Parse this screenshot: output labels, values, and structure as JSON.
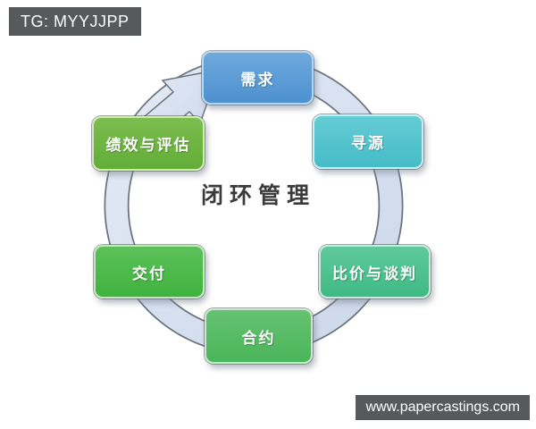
{
  "badge": {
    "label": "TG: MYYJJPP",
    "bg_color": "#58595b",
    "text_color": "#ffffff"
  },
  "watermark": {
    "label": "www.papercastings.com",
    "bg_color": "#58595b",
    "text_color": "#ffffff"
  },
  "diagram": {
    "type": "cycle",
    "center_title": "闭环管理",
    "flow_direction": "clockwise",
    "ring_color": "#d9e2f1",
    "ring_outline_color": "#6b737e",
    "nodes": [
      {
        "label": "需求",
        "position": "top",
        "color": "#5b9bd5"
      },
      {
        "label": "寻源",
        "position": "top-right",
        "color": "#4fc3cd"
      },
      {
        "label": "比价与谈判",
        "position": "right",
        "color": "#4abf8d"
      },
      {
        "label": "合约",
        "position": "bottom",
        "color": "#53ba62"
      },
      {
        "label": "交付",
        "position": "left",
        "color": "#48b848"
      },
      {
        "label": "绩效与评估",
        "position": "top-left",
        "color": "#6cb440"
      }
    ]
  }
}
